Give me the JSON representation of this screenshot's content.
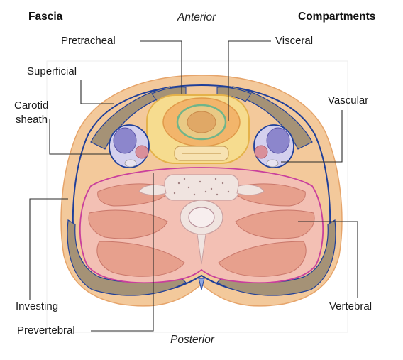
{
  "headers": {
    "left": "Fascia",
    "right": "Compartments"
  },
  "orientation": {
    "top": "Anterior",
    "bottom": "Posterior"
  },
  "fascia_labels": {
    "pretracheal": "Pretracheal",
    "superficial": "Superficial",
    "carotid_line1": "Carotid",
    "carotid_line2": "sheath",
    "investing": "Investing",
    "prevertebral": "Prevertebral"
  },
  "compartment_labels": {
    "visceral": "Visceral",
    "vascular": "Vascular",
    "vertebral": "Vertebral"
  },
  "colors": {
    "skin": "#f3c99b",
    "skin_edge": "#e6a46a",
    "investing_layer": "#1f3f9a",
    "muscle_strap": "#a59276",
    "visceral_fill": "#f6dc8f",
    "visceral_edge": "#e4b24a",
    "thyroid": "#f2b56b",
    "vascular_fill": "#b9b4df",
    "vertebral_fill": "#f3c0b4",
    "vertebral_edge": "#c93f9c",
    "muscle": "#e7a08d",
    "vertebra": "#f0e4e0"
  }
}
